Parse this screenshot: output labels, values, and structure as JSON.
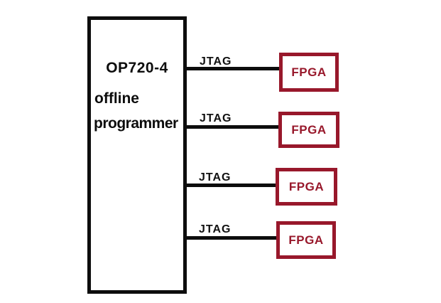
{
  "diagram": {
    "programmer": {
      "model": "OP720-4",
      "type_line1": "offline",
      "type_line2": "programmer"
    },
    "connections": [
      {
        "label": "JTAG",
        "target": "FPGA"
      },
      {
        "label": "JTAG",
        "target": "FPGA"
      },
      {
        "label": "JTAG",
        "target": "FPGA"
      },
      {
        "label": "JTAG",
        "target": "FPGA"
      }
    ],
    "colors": {
      "background": "#ffffff",
      "wire": "#0d0d0d",
      "programmer_border": "#0d0d0d",
      "programmer_text": "#0d0d0d",
      "fpga_border": "#98182b",
      "fpga_text": "#98182b",
      "jtag_text": "#111111"
    }
  }
}
